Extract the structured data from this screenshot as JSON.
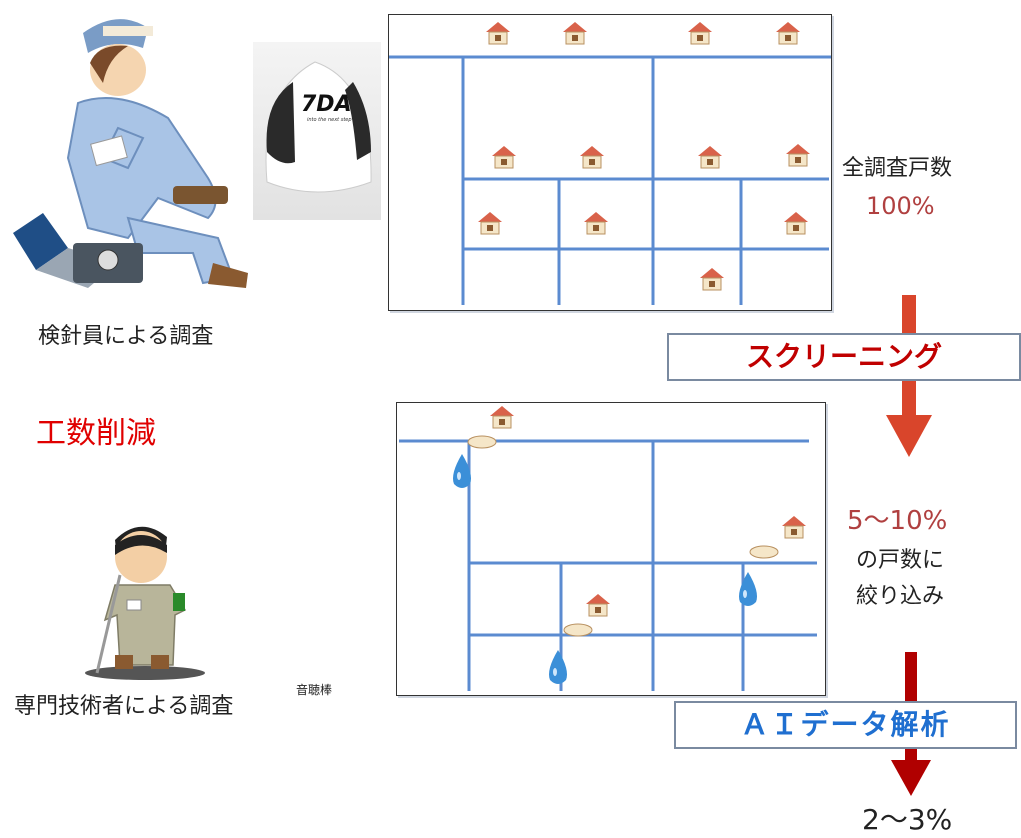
{
  "inspector_label": "検針員による調査",
  "device_brand": "7DA",
  "device_tagline": "into the next step",
  "reduction_label": "工数削減",
  "specialist_label": "専門技術者による調査",
  "listening_rod_label": "音聴棒",
  "total_households_label": "全調査戸数",
  "total_households_pct": "100%",
  "screening_label": "スクリーニング",
  "narrowed_pct": "5〜10%",
  "narrowed_line1": "の戸数に",
  "narrowed_line2": "絞り込み",
  "ai_label": "ＡＩデータ解析",
  "final_pct": "2〜3%",
  "colors": {
    "red_text": "#e00000",
    "dark_red_text": "#c00000",
    "blue_text": "#1f6fd0",
    "arrow_orange": "#d9452b",
    "arrow_dark_red": "#b00000",
    "map_line": "#5b8bd0"
  }
}
